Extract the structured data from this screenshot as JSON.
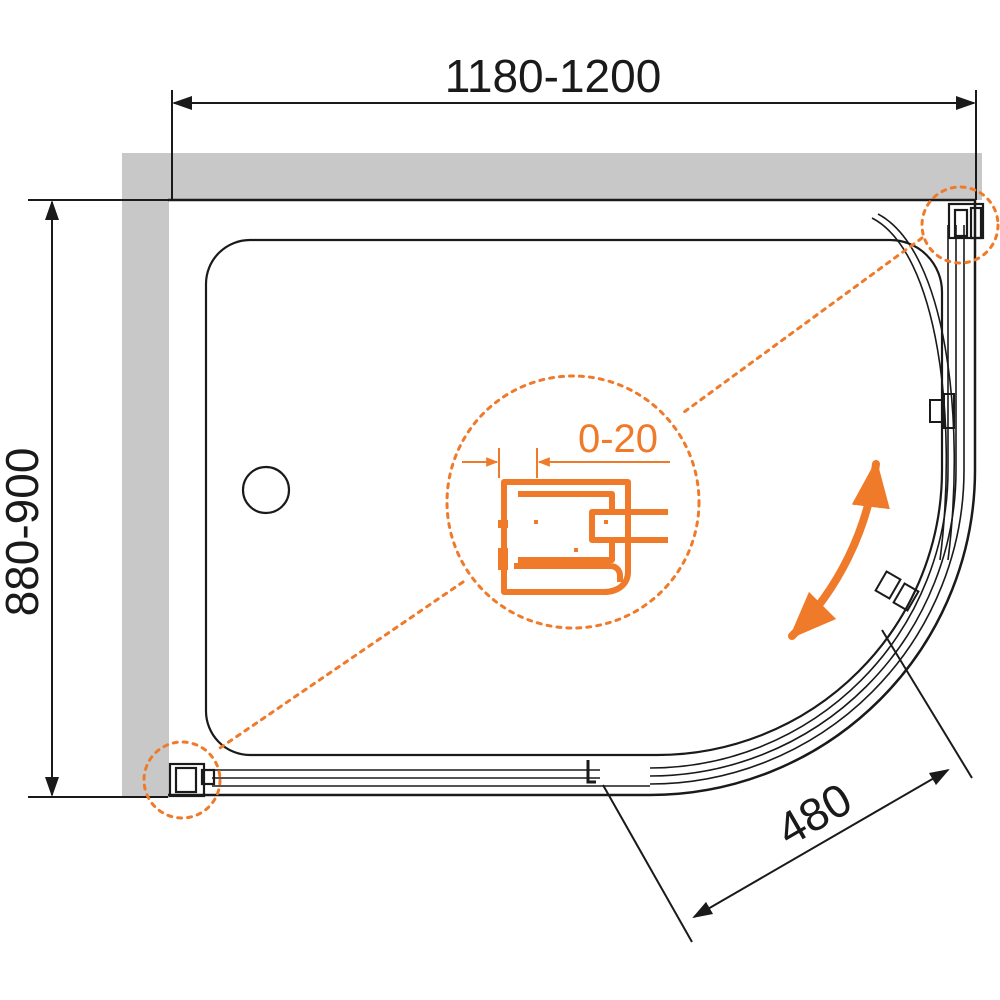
{
  "dimensions": {
    "width_label": "1180-1200",
    "depth_label": "880-900",
    "door_label": "480",
    "adjustment_label": "0-20"
  },
  "colors": {
    "line": "#1a1a1a",
    "wall": "#c8c8c8",
    "accent": "#ef7a2a",
    "background": "#ffffff"
  },
  "icons": {
    "door_motion": "double-arrow-icon",
    "drain": "drain-icon"
  }
}
